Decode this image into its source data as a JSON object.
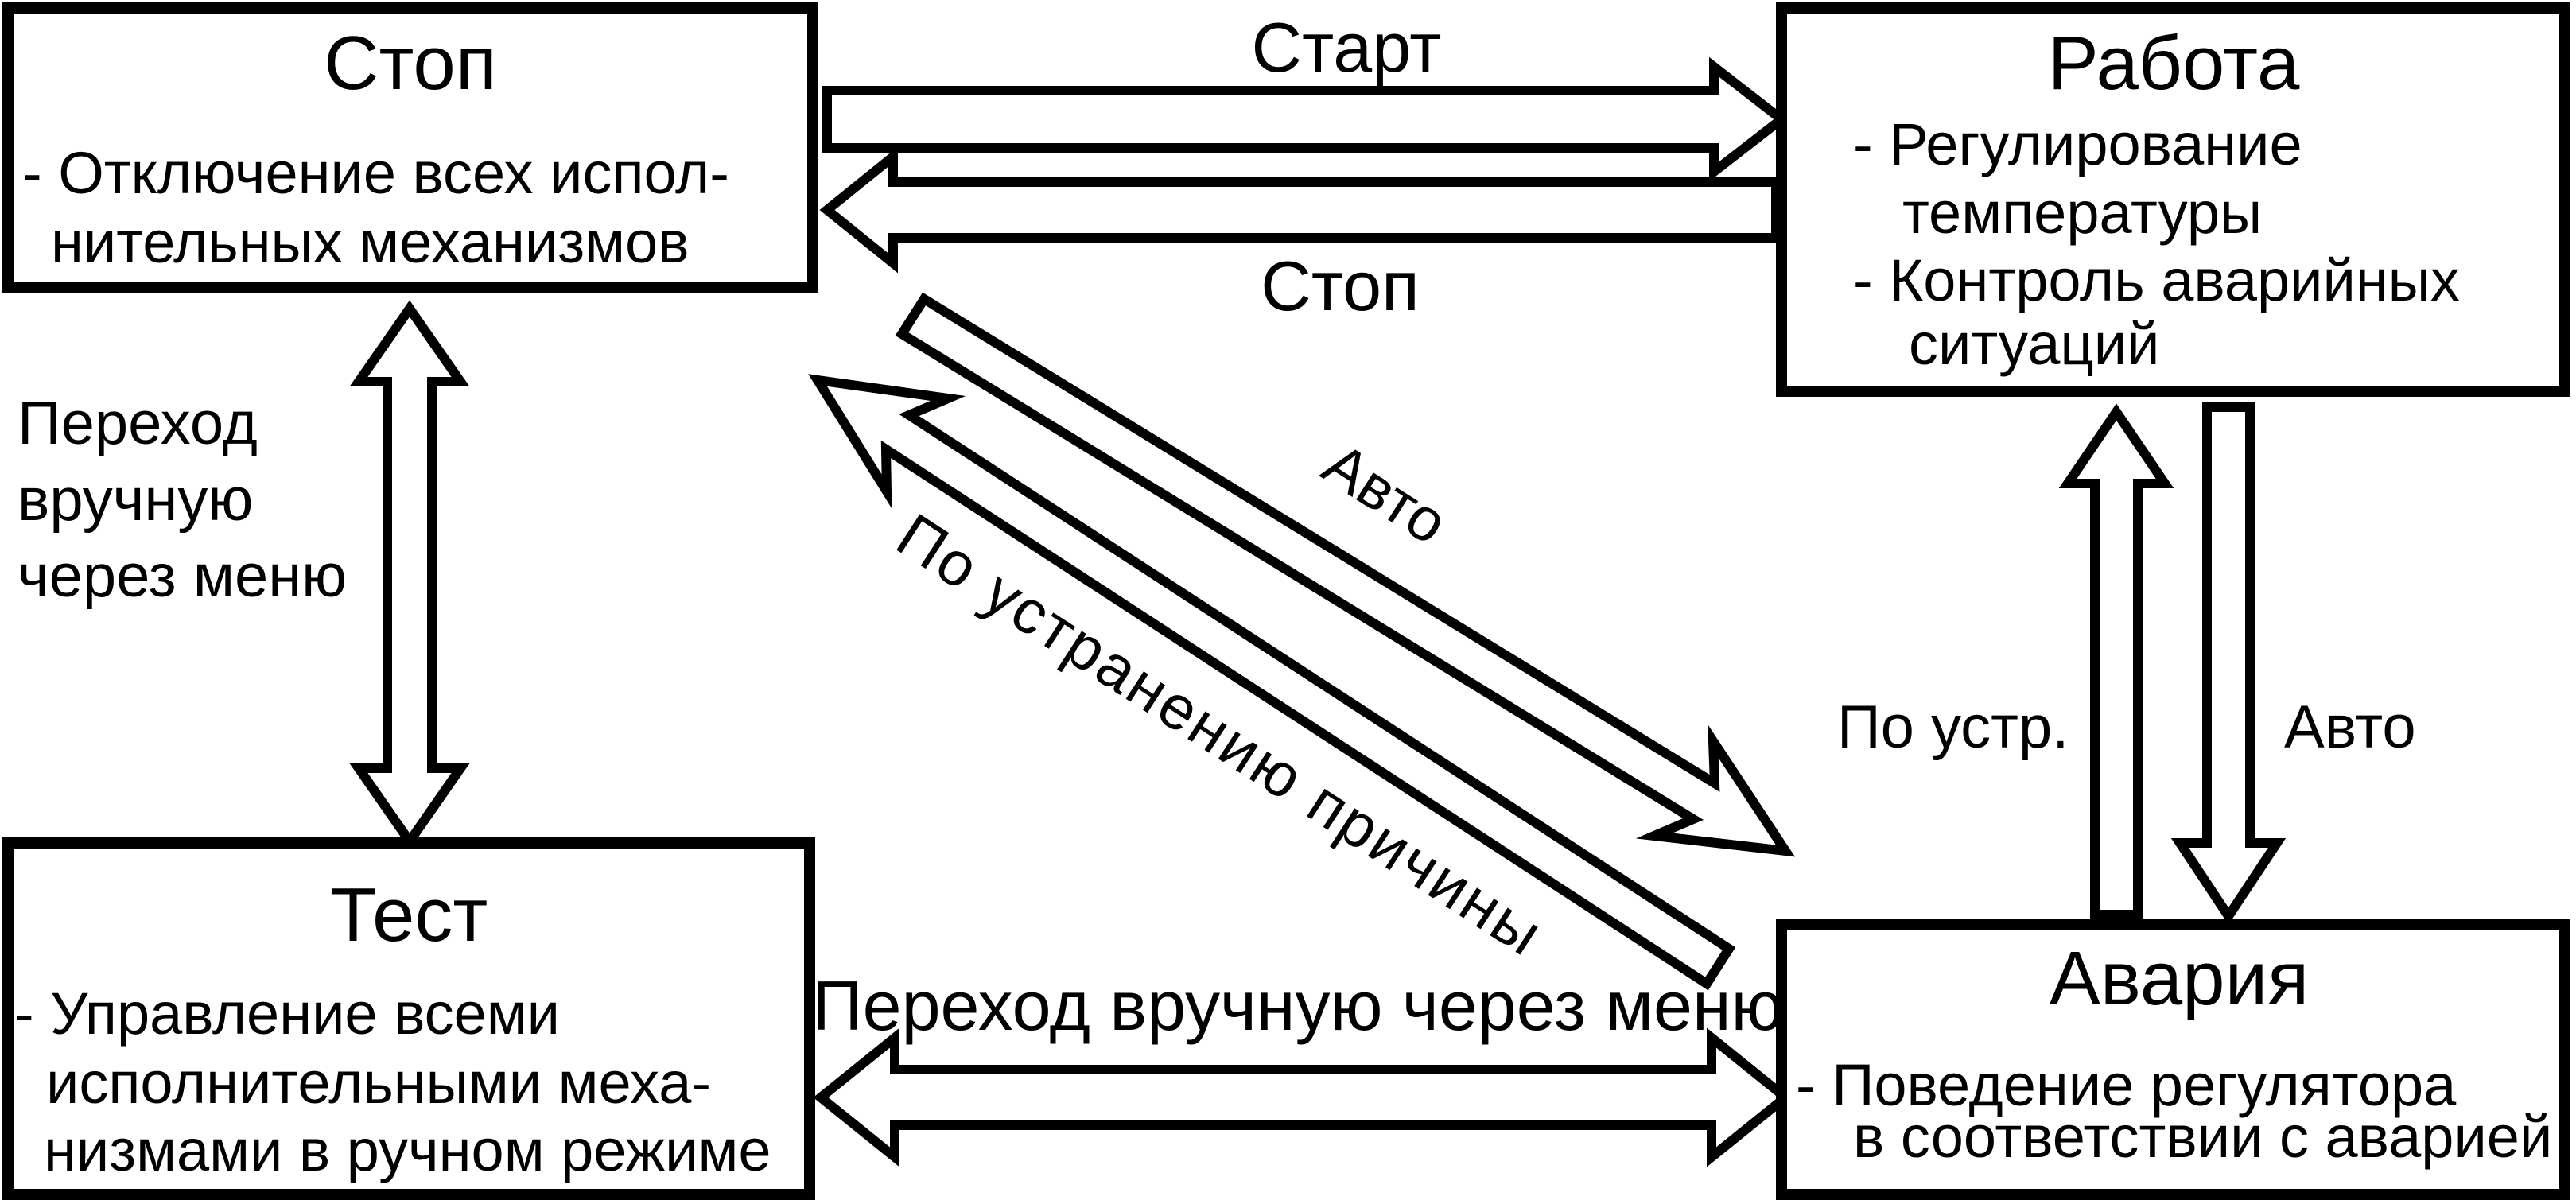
{
  "diagram": {
    "background_color": "#ffffff",
    "line_color": "#000000",
    "states": {
      "stop": {
        "title": "Стоп",
        "lines": [
          "- Отключение всех испол-",
          "нительных механизмов"
        ]
      },
      "work": {
        "title": "Работа",
        "lines": [
          "- Регулирование",
          "температуры",
          "- Контроль аварийных",
          "ситуаций"
        ]
      },
      "test": {
        "title": "Тест",
        "lines": [
          "- Управление всеми",
          "исполнительными меха-",
          "низмами в ручном режиме"
        ]
      },
      "alarm": {
        "title": "Авария",
        "lines": [
          "- Поведение регулятора",
          "в соответствии с аварией"
        ]
      }
    },
    "transitions": {
      "start": "Старт",
      "stop": "Стоп",
      "auto_diagonal": "Авто",
      "cause_removed": "По устранению причины",
      "manual_menu_multiline": [
        "Переход",
        "вручную",
        "через меню"
      ],
      "manual_menu": "Переход вручную через меню",
      "on_removal_short": "По устр.",
      "auto_vertical": "Авто"
    }
  }
}
